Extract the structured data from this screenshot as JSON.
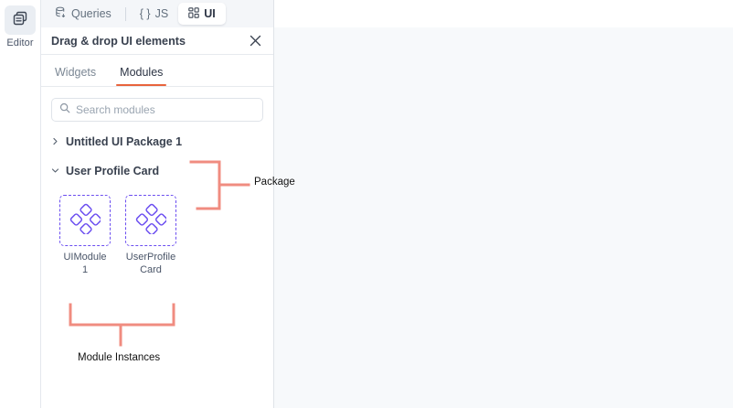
{
  "rail": {
    "icon": "editor-pages-icon",
    "label": "Editor"
  },
  "tabs": [
    {
      "id": "queries",
      "label": "Queries",
      "icon": "database-icon",
      "active": false
    },
    {
      "id": "js",
      "label": "JS",
      "icon": "braces-icon",
      "active": false
    },
    {
      "id": "ui",
      "label": "UI",
      "icon": "grid-icon",
      "active": true
    }
  ],
  "panel": {
    "title": "Drag & drop UI elements",
    "close_icon": "close-icon",
    "subtabs": [
      {
        "id": "widgets",
        "label": "Widgets",
        "active": false
      },
      {
        "id": "modules",
        "label": "Modules",
        "active": true
      }
    ],
    "search": {
      "icon": "search-icon",
      "value": "",
      "placeholder": "Search modules"
    },
    "tree": [
      {
        "id": "untitled-ui-package-1",
        "label": "Untitled UI Package 1",
        "expanded": false,
        "chevron": "chevron-right-icon"
      },
      {
        "id": "user-profile-card",
        "label": "User Profile Card",
        "expanded": true,
        "chevron": "chevron-down-icon"
      }
    ],
    "modules": [
      {
        "id": "uimodule1",
        "name": "UIModule 1",
        "icon": "module-diamonds-icon"
      },
      {
        "id": "userprofilecard",
        "name": "UserProfileCard",
        "icon": "module-diamonds-icon"
      }
    ]
  },
  "annotations": [
    {
      "id": "package-annotation",
      "label": "Package"
    },
    {
      "id": "module-instances-annotation",
      "label": "Module Instances"
    }
  ],
  "colors": {
    "accent_orange": "#e8643c",
    "module_purple": "#6b4ef0",
    "annotation_salmon": "#f08c80",
    "panel_bg": "#ffffff",
    "tabbar_bg": "#f4f6f9",
    "canvas_bg": "#f7f9fb"
  }
}
